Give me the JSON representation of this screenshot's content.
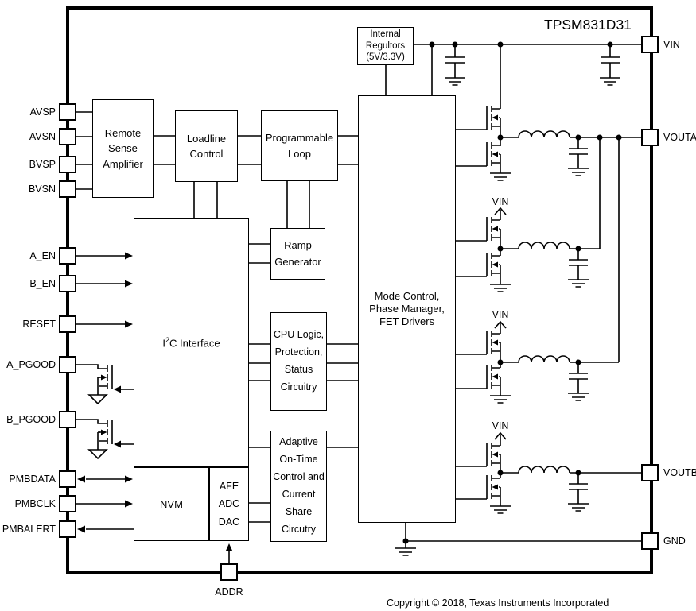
{
  "title": "TPSM831D31",
  "copyright": "Copyright © 2018, Texas Instruments Incorporated",
  "colors": {
    "line": "#000000",
    "background": "#ffffff"
  },
  "blocks": {
    "internal_regulators": "Internal\nRegultors\n(5V/3.3V)",
    "remote_sense_amplifier": "Remote\nSense\nAmplifier",
    "loadline_control": "Loadline\nControl",
    "programmable_loop": "Programmable\nLoop",
    "ramp_generator": "Ramp\nGenerator",
    "i2c": {
      "pre": "I",
      "sup": "2",
      "post": "C Interface"
    },
    "nvm": "NVM",
    "afe_adc_dac": "AFE\nADC\nDAC",
    "cpu_logic": "CPU Logic,\nProtection,\nStatus\nCircuitry",
    "adaptive_on_time": "Adaptive\nOn-Time\nControl and\nCurrent\nShare\nCircutry",
    "mode_control": "Mode Control,\nPhase Manager,\nFET Drivers"
  },
  "pins": {
    "left": [
      {
        "label": "AVSP"
      },
      {
        "label": "AVSN"
      },
      {
        "label": "BVSP"
      },
      {
        "label": "BVSN"
      },
      {
        "label": "A_EN"
      },
      {
        "label": "B_EN"
      },
      {
        "label": "RESET"
      },
      {
        "label": "A_PGOOD"
      },
      {
        "label": "B_PGOOD"
      },
      {
        "label": "PMBDATA"
      },
      {
        "label": "PMBCLK"
      },
      {
        "label": "PMBALERT"
      }
    ],
    "right": [
      {
        "label": "VIN"
      },
      {
        "label": "VOUTA"
      },
      {
        "label": "VOUTB"
      },
      {
        "label": "GND"
      }
    ],
    "bottom": [
      {
        "label": "ADDR"
      }
    ]
  },
  "vin_labels": [
    "VIN",
    "VIN",
    "VIN"
  ]
}
